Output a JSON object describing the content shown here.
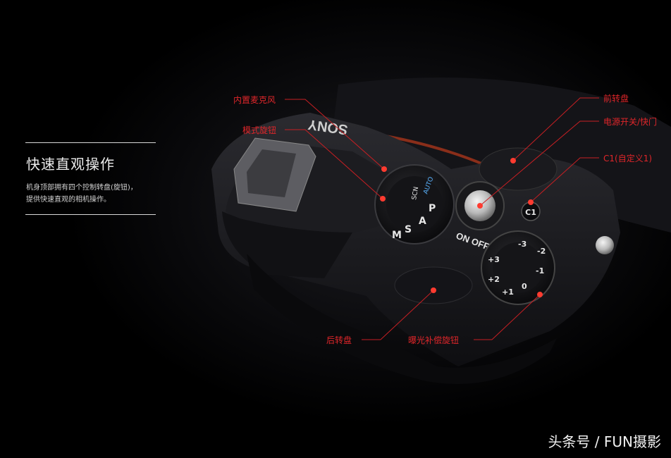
{
  "intro": {
    "title": "快速直观操作",
    "description_line1": "机身顶部拥有四个控制转盘(旋钮)，",
    "description_line2": "提供快速直观的相机操作。"
  },
  "callouts": {
    "mic": "内置麦克风",
    "mode_dial": "模式旋钮",
    "front_dial": "前转盘",
    "power": "电源开关/快门",
    "c1": "C1(自定义1)",
    "rear_dial": "后转盘",
    "exposure_comp": "曝光补偿旋钮"
  },
  "camera_marks": {
    "brand": "SONY",
    "mode_letters": [
      "M",
      "S",
      "A",
      "P"
    ],
    "mode_extra": [
      "AUTO",
      "SCN"
    ],
    "on_off": "ON OFF",
    "c1_button": "C1",
    "ev_scale": [
      "+3",
      "+2",
      "+1",
      "0",
      "-1",
      "-2",
      "-3"
    ]
  },
  "watermark": "头条号 / FUN摄影",
  "colors": {
    "background": "#000000",
    "callout": "#e0262a",
    "text": "#e8e8e8"
  }
}
